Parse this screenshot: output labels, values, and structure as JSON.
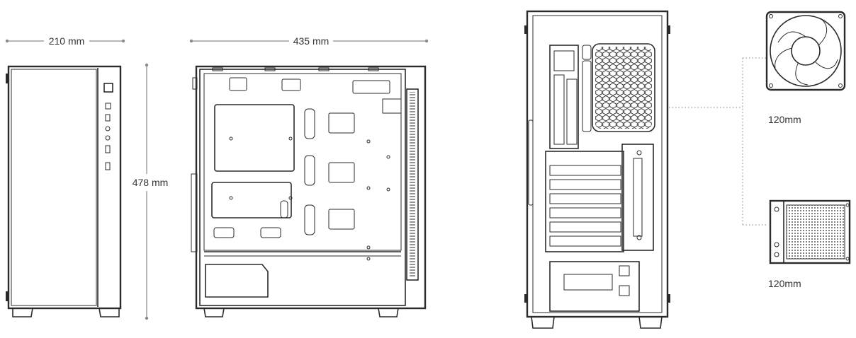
{
  "dimensions": {
    "width": "210 mm",
    "depth": "435 mm",
    "height": "478 mm"
  },
  "fans": {
    "top_fan_label": "120mm",
    "bottom_fan_label": "120mm"
  }
}
